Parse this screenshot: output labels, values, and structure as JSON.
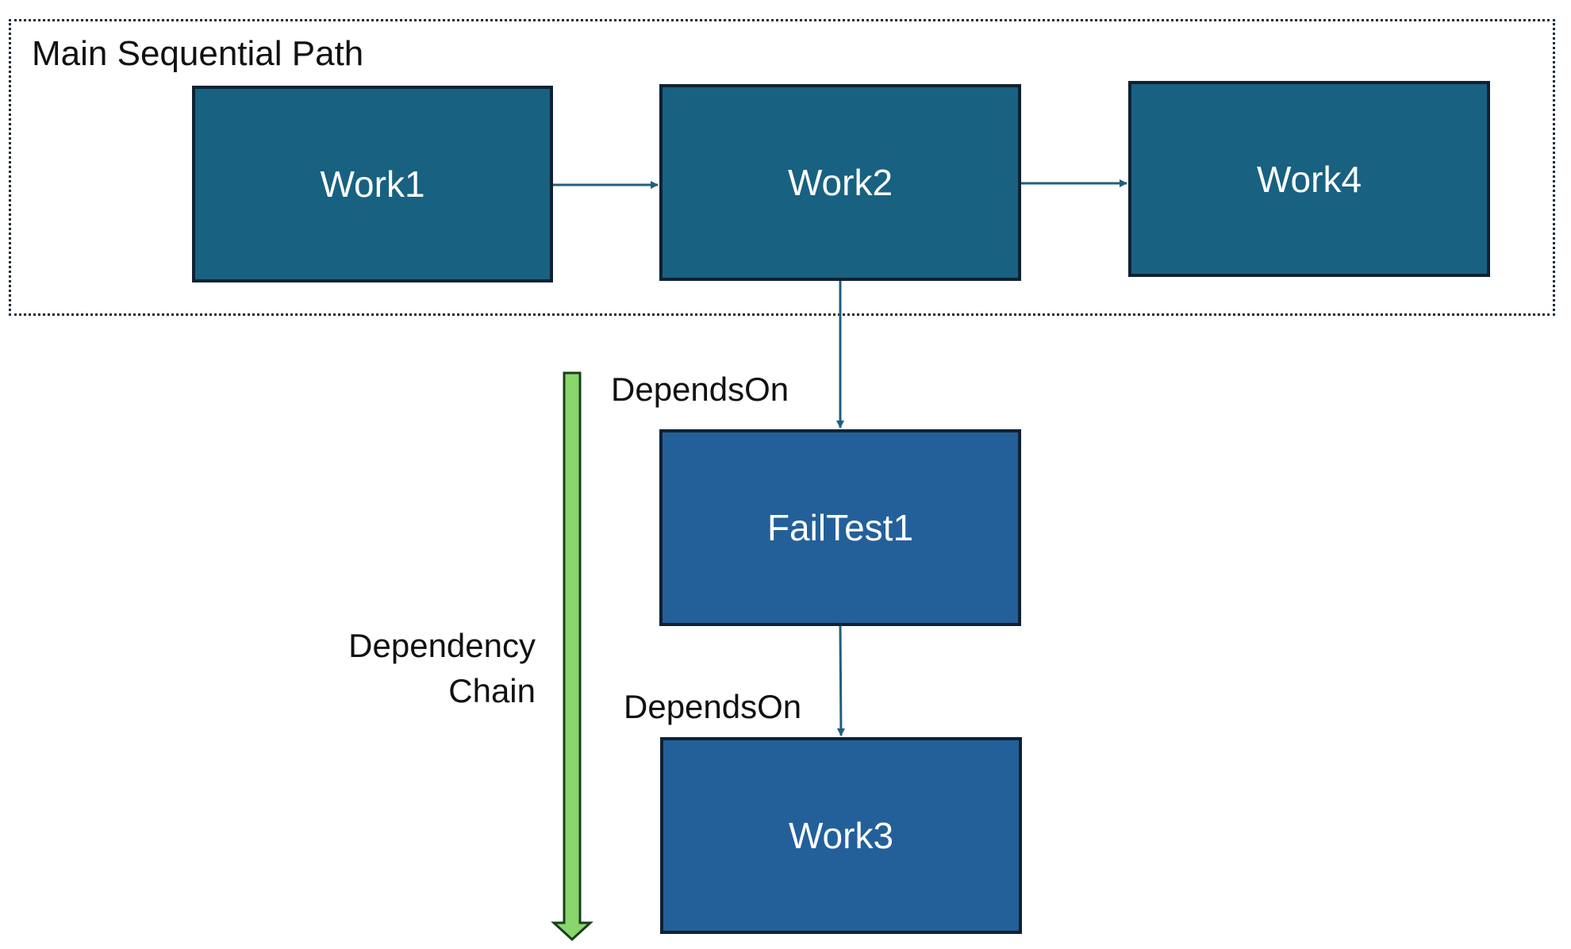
{
  "group": {
    "title": "Main Sequential Path"
  },
  "nodes": {
    "work1": "Work1",
    "work2": "Work2",
    "work4": "Work4",
    "failtest1": "FailTest1",
    "work3": "Work3"
  },
  "edges": {
    "depends_on_1": "DependsOn",
    "depends_on_2": "DependsOn"
  },
  "chain": {
    "line1": "Dependency",
    "line2": "Chain"
  },
  "colors": {
    "main_path_node": "#186181",
    "dependency_node": "#23609a",
    "connector": "#1f5f7f",
    "chain_arrow_fill": "#88d66c",
    "chain_arrow_stroke": "#1c3d1c"
  }
}
